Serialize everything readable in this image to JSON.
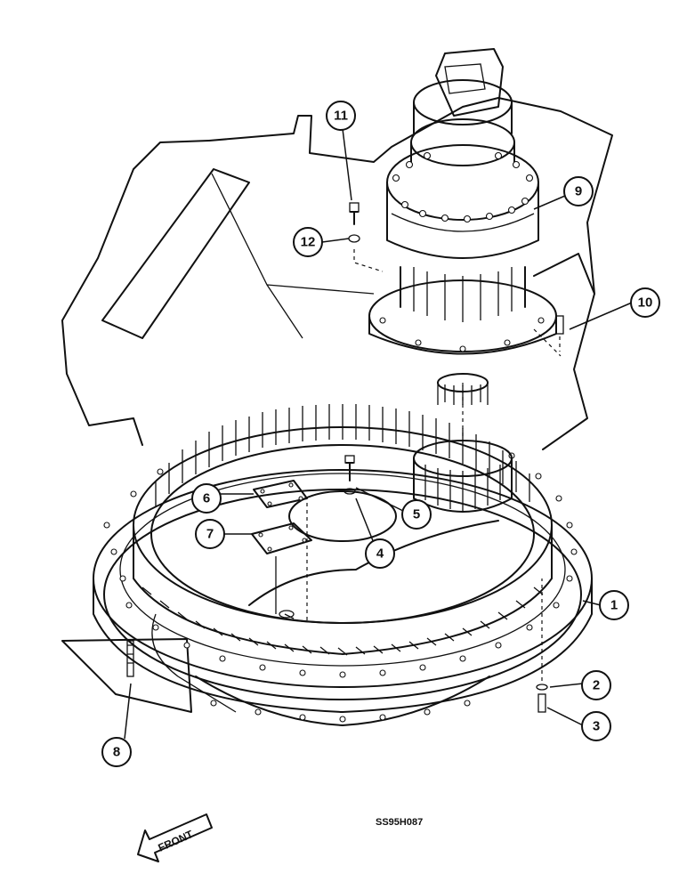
{
  "callouts": [
    {
      "id": "c1",
      "label": "1"
    },
    {
      "id": "c2",
      "label": "2"
    },
    {
      "id": "c3",
      "label": "3"
    },
    {
      "id": "c4",
      "label": "4"
    },
    {
      "id": "c5",
      "label": "5"
    },
    {
      "id": "c6",
      "label": "6"
    },
    {
      "id": "c7",
      "label": "7"
    },
    {
      "id": "c8",
      "label": "8"
    },
    {
      "id": "c9",
      "label": "9"
    },
    {
      "id": "c10",
      "label": "10"
    },
    {
      "id": "c11",
      "label": "11"
    },
    {
      "id": "c12",
      "label": "12"
    }
  ],
  "front_arrow_label": "FRONT",
  "drawing_code": "SS95H087"
}
